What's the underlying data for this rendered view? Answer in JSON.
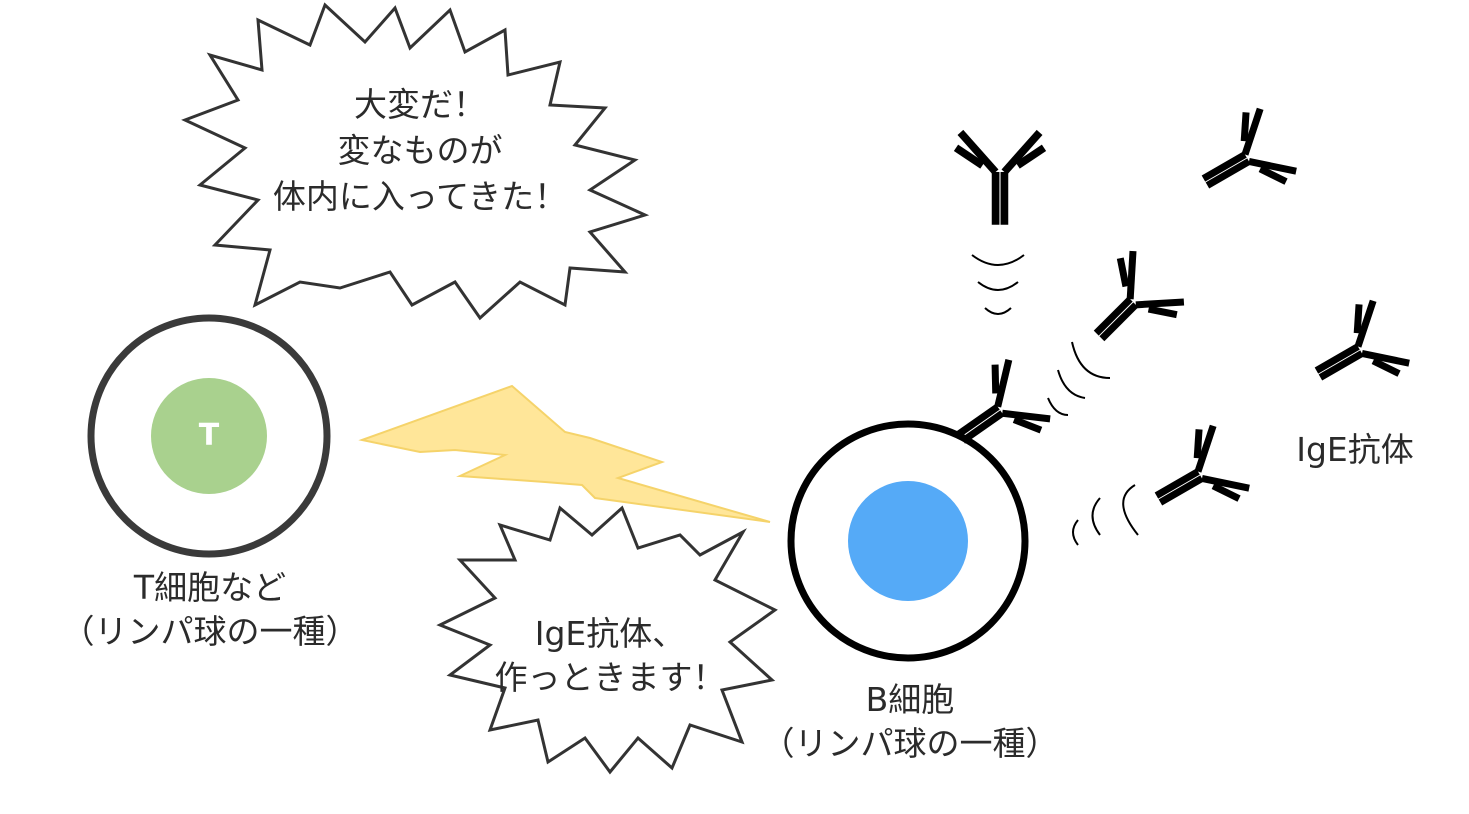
{
  "speech_top": {
    "lines": [
      "大変だ！",
      "変なものが",
      "体内に入ってきた！"
    ]
  },
  "speech_bottom": {
    "lines": [
      "IgE抗体、",
      "作っときます！"
    ]
  },
  "t_cell": {
    "letter": "T",
    "label_line1": "T細胞など",
    "label_line2": "（リンパ球の一種）"
  },
  "b_cell": {
    "label_line1": "B細胞",
    "label_line2": "（リンパ球の一種）"
  },
  "antibody_label": "IgE抗体",
  "colors": {
    "t_nucleus": "#a9d18e",
    "b_nucleus": "#55aaf7",
    "lightning_fill": "#ffe699",
    "lightning_stroke": "#f5d36a",
    "outline": "#3a3a3a",
    "ink": "#000000"
  }
}
